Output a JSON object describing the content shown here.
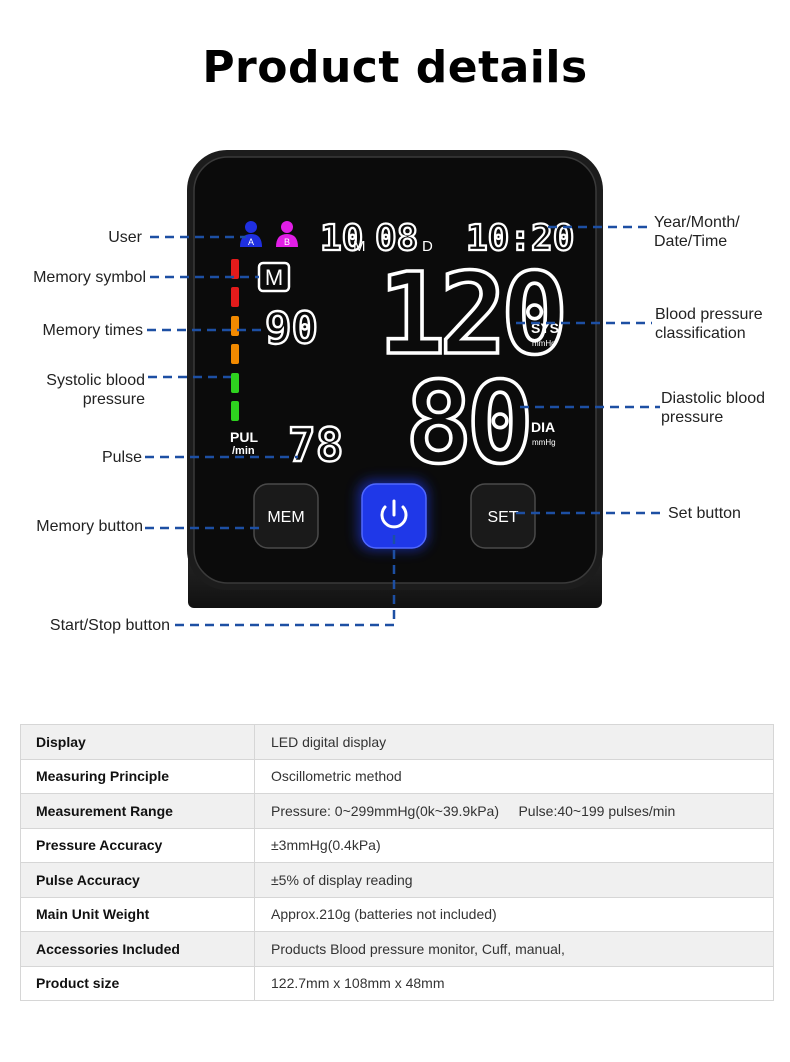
{
  "page": {
    "title": "Product details"
  },
  "device": {
    "user_a": "A",
    "user_b": "B",
    "month": "10",
    "month_unit": "M",
    "day": "08",
    "day_unit": "D",
    "time": "10:20",
    "memory_symbol": "M",
    "memory_times": "90",
    "systolic": "120",
    "diastolic": "80",
    "pulse": "78",
    "sys_label": "SYS",
    "dia_label": "DIA",
    "unit": "mmHg",
    "pul_label": "PUL",
    "pul_unit": "/min",
    "mem_button": "MEM",
    "set_button": "SET",
    "power_icon": "power-icon",
    "screen_color": "#0b0b0b",
    "power_color": "#1f38e8",
    "user_a_color": "#1f2fe0",
    "user_b_color": "#e11ee6",
    "level_colors": [
      "#e31b1b",
      "#e31b1b",
      "#f28a00",
      "#f28a00",
      "#2ed31f",
      "#2ed31f"
    ]
  },
  "callouts": {
    "user": "User",
    "memory_symbol": "Memory symbol",
    "memory_times": "Memory times",
    "systolic_1": "Systolic blood",
    "systolic_2": "pressure",
    "pulse": "Pulse",
    "memory_button": "Memory button",
    "start_stop": "Start/Stop button",
    "ymdt_1": "Year/Month/",
    "ymdt_2": "Date/Time",
    "bp_class_1": "Blood pressure",
    "bp_class_2": "classification",
    "diastolic_1": "Diastolic blood",
    "diastolic_2": "pressure",
    "set_button": "Set button",
    "line_color": "#1d4fa3"
  },
  "specs": [
    {
      "key": "Display",
      "value": "LED digital display"
    },
    {
      "key": "Measuring Principle",
      "value": "Oscillometric method"
    },
    {
      "key": "Measurement Range",
      "value": "Pressure: 0~299mmHg(0k~39.9kPa)     Pulse:40~199 pulses/min"
    },
    {
      "key": "Pressure Accuracy",
      "value": "±3mmHg(0.4kPa)"
    },
    {
      "key": "Pulse Accuracy",
      "value": "±5% of display reading"
    },
    {
      "key": "Main Unit Weight",
      "value": "Approx.210g (batteries not included)"
    },
    {
      "key": "Accessories Included",
      "value": "Products Blood pressure monitor, Cuff, manual,"
    },
    {
      "key": "Product size",
      "value": "122.7mm x 108mm x 48mm"
    }
  ]
}
